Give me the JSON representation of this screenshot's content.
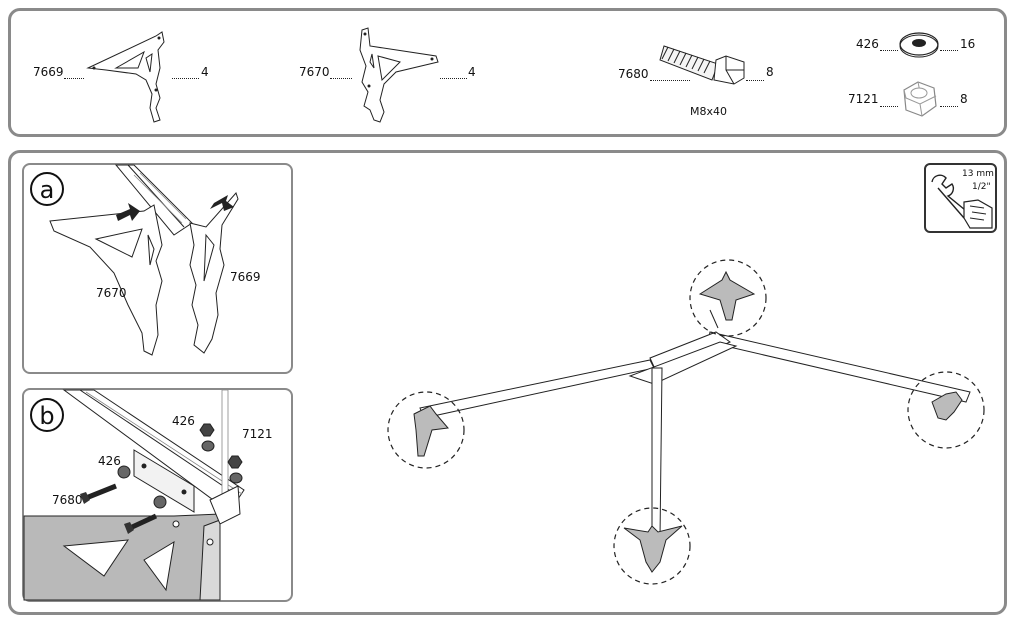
{
  "parts": [
    {
      "code": "7669",
      "qty": "4"
    },
    {
      "code": "7670",
      "qty": "4"
    },
    {
      "code": "7680",
      "qty": "8",
      "spec": "M8x40"
    },
    {
      "code": "426",
      "qty": "16"
    },
    {
      "code": "7121",
      "qty": "8"
    }
  ],
  "tool": {
    "size_mm": "13 mm",
    "size_in": "1/2\"",
    "icon": "wrench-icon"
  },
  "step_a": {
    "letter": "a",
    "label_left": "7670",
    "label_right": "7669"
  },
  "step_b": {
    "letter": "b",
    "washer_top": "426",
    "nut": "7121",
    "washer_left": "426",
    "bolt": "7680"
  }
}
